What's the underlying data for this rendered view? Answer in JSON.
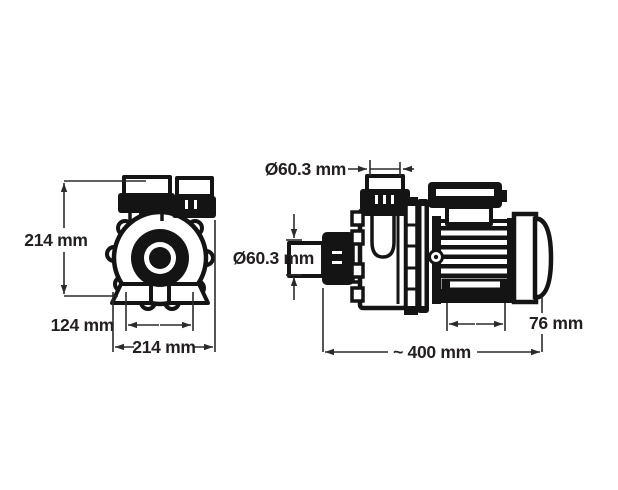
{
  "drawing": {
    "subject": "centrifugal pump two-view dimension drawing",
    "front_view": {
      "height": "214 mm",
      "bolt_spacing": "124 mm",
      "width": "214 mm"
    },
    "side_view": {
      "top_port_diameter": "Ø60.3 mm",
      "side_port_diameter": "Ø60.3 mm",
      "foot_length": "76 mm",
      "overall_length": "~ 400 mm"
    },
    "colors": {
      "ink": "#141414",
      "dimension_line": "#2b2b2b",
      "label_text": "#231f20",
      "background": "#ffffff"
    }
  }
}
